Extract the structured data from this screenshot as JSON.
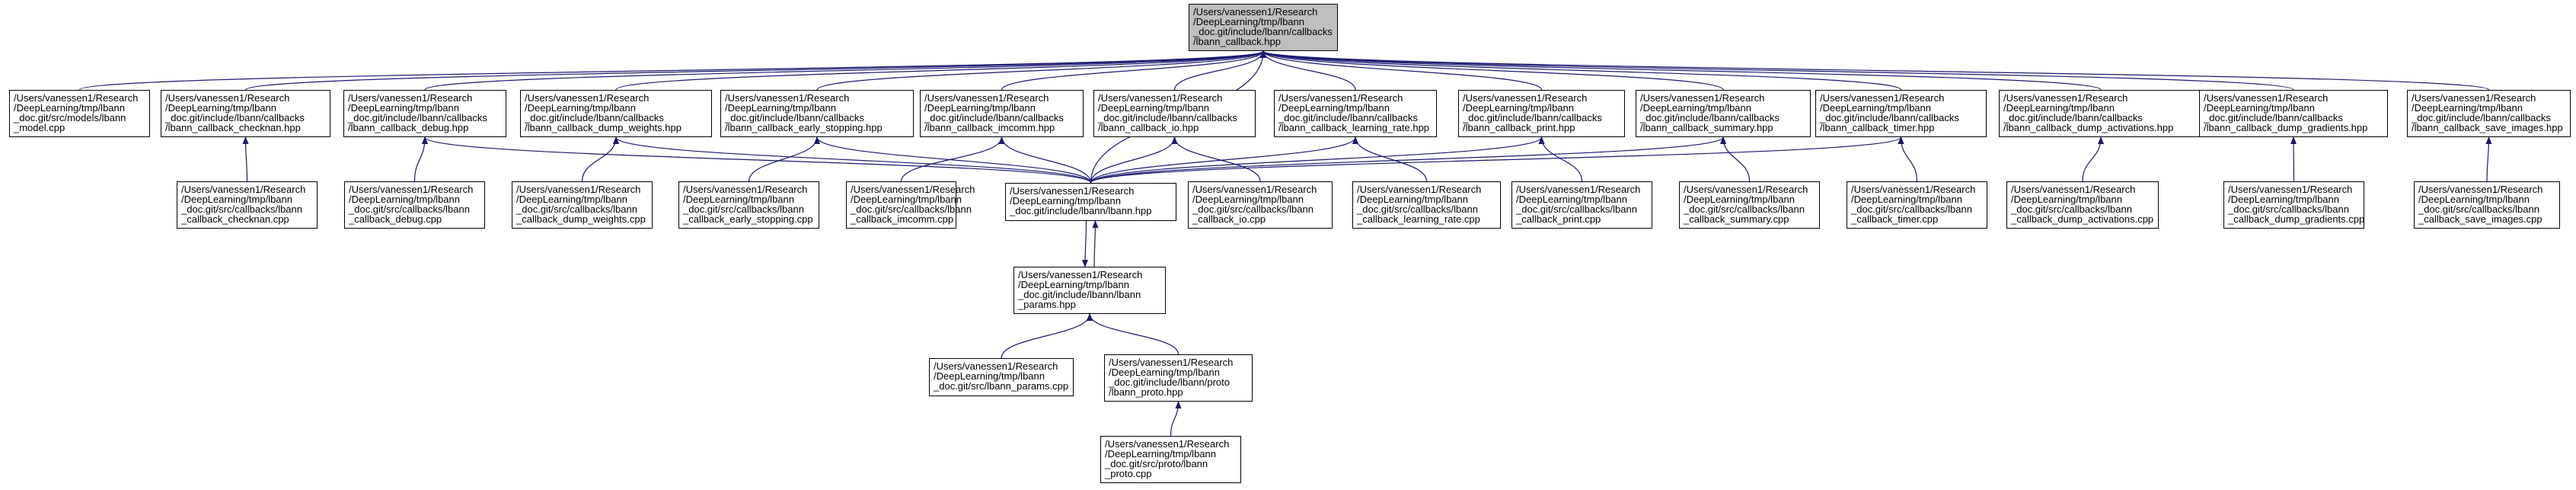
{
  "graph": {
    "colors": {
      "edge": "#191970",
      "node_border": "#000000",
      "root_fill": "#bfbfbf",
      "node_fill": "#ffffff"
    },
    "nodes": [
      {
        "id": "root",
        "label": "/Users/vanessen1/Research\n/DeepLearning/tmp/lbann\n_doc.git/include/lbann/callbacks\n/lbann_callback.hpp"
      },
      {
        "id": "model_cpp",
        "label": "/Users/vanessen1/Research\n/DeepLearning/tmp/lbann\n_doc.git/src/models/lbann\n_model.cpp"
      },
      {
        "id": "checknan_hpp",
        "label": "/Users/vanessen1/Research\n/DeepLearning/tmp/lbann\n_doc.git/include/lbann/callbacks\n/lbann_callback_checknan.hpp"
      },
      {
        "id": "debug_hpp",
        "label": "/Users/vanessen1/Research\n/DeepLearning/tmp/lbann\n_doc.git/include/lbann/callbacks\n/lbann_callback_debug.hpp"
      },
      {
        "id": "dump_weights_hpp",
        "label": "/Users/vanessen1/Research\n/DeepLearning/tmp/lbann\n_doc.git/include/lbann/callbacks\n/lbann_callback_dump_weights.hpp"
      },
      {
        "id": "early_stopping_hpp",
        "label": "/Users/vanessen1/Research\n/DeepLearning/tmp/lbann\n_doc.git/include/lbann/callbacks\n/lbann_callback_early_stopping.hpp"
      },
      {
        "id": "imcomm_hpp",
        "label": "/Users/vanessen1/Research\n/DeepLearning/tmp/lbann\n_doc.git/include/lbann/callbacks\n/lbann_callback_imcomm.hpp"
      },
      {
        "id": "io_hpp",
        "label": "/Users/vanessen1/Research\n/DeepLearning/tmp/lbann\n_doc.git/include/lbann/callbacks\n/lbann_callback_io.hpp"
      },
      {
        "id": "learning_rate_hpp",
        "label": "/Users/vanessen1/Research\n/DeepLearning/tmp/lbann\n_doc.git/include/lbann/callbacks\n/lbann_callback_learning_rate.hpp"
      },
      {
        "id": "print_hpp",
        "label": "/Users/vanessen1/Research\n/DeepLearning/tmp/lbann\n_doc.git/include/lbann/callbacks\n/lbann_callback_print.hpp"
      },
      {
        "id": "summary_hpp",
        "label": "/Users/vanessen1/Research\n/DeepLearning/tmp/lbann\n_doc.git/include/lbann/callbacks\n/lbann_callback_summary.hpp"
      },
      {
        "id": "timer_hpp",
        "label": "/Users/vanessen1/Research\n/DeepLearning/tmp/lbann\n_doc.git/include/lbann/callbacks\n/lbann_callback_timer.hpp"
      },
      {
        "id": "dump_activations_hpp",
        "label": "/Users/vanessen1/Research\n/DeepLearning/tmp/lbann\n_doc.git/include/lbann/callbacks\n/lbann_callback_dump_activations.hpp"
      },
      {
        "id": "dump_gradients_hpp",
        "label": "/Users/vanessen1/Research\n/DeepLearning/tmp/lbann\n_doc.git/include/lbann/callbacks\n/lbann_callback_dump_gradients.hpp"
      },
      {
        "id": "save_images_hpp",
        "label": "/Users/vanessen1/Research\n/DeepLearning/tmp/lbann\n_doc.git/include/lbann/callbacks\n/lbann_callback_save_images.hpp"
      },
      {
        "id": "checknan_cpp",
        "label": "/Users/vanessen1/Research\n/DeepLearning/tmp/lbann\n_doc.git/src/callbacks/lbann\n_callback_checknan.cpp"
      },
      {
        "id": "debug_cpp",
        "label": "/Users/vanessen1/Research\n/DeepLearning/tmp/lbann\n_doc.git/src/callbacks/lbann\n_callback_debug.cpp"
      },
      {
        "id": "dump_weights_cpp",
        "label": "/Users/vanessen1/Research\n/DeepLearning/tmp/lbann\n_doc.git/src/callbacks/lbann\n_callback_dump_weights.cpp"
      },
      {
        "id": "early_stopping_cpp",
        "label": "/Users/vanessen1/Research\n/DeepLearning/tmp/lbann\n_doc.git/src/callbacks/lbann\n_callback_early_stopping.cpp"
      },
      {
        "id": "imcomm_cpp",
        "label": "/Users/vanessen1/Research\n/DeepLearning/tmp/lbann\n_doc.git/src/callbacks/lbann\n_callback_imcomm.cpp"
      },
      {
        "id": "lbann_hpp",
        "label": "/Users/vanessen1/Research\n/DeepLearning/tmp/lbann\n_doc.git/include/lbann/lbann.hpp"
      },
      {
        "id": "io_cpp",
        "label": "/Users/vanessen1/Research\n/DeepLearning/tmp/lbann\n_doc.git/src/callbacks/lbann\n_callback_io.cpp"
      },
      {
        "id": "learning_rate_cpp",
        "label": "/Users/vanessen1/Research\n/DeepLearning/tmp/lbann\n_doc.git/src/callbacks/lbann\n_callback_learning_rate.cpp"
      },
      {
        "id": "print_cpp",
        "label": "/Users/vanessen1/Research\n/DeepLearning/tmp/lbann\n_doc.git/src/callbacks/lbann\n_callback_print.cpp"
      },
      {
        "id": "summary_cpp",
        "label": "/Users/vanessen1/Research\n/DeepLearning/tmp/lbann\n_doc.git/src/callbacks/lbann\n_callback_summary.cpp"
      },
      {
        "id": "timer_cpp",
        "label": "/Users/vanessen1/Research\n/DeepLearning/tmp/lbann\n_doc.git/src/callbacks/lbann\n_callback_timer.cpp"
      },
      {
        "id": "dump_activations_cpp",
        "label": "/Users/vanessen1/Research\n/DeepLearning/tmp/lbann\n_doc.git/src/callbacks/lbann\n_callback_dump_activations.cpp"
      },
      {
        "id": "dump_gradients_cpp",
        "label": "/Users/vanessen1/Research\n/DeepLearning/tmp/lbann\n_doc.git/src/callbacks/lbann\n_callback_dump_gradients.cpp"
      },
      {
        "id": "save_images_cpp",
        "label": "/Users/vanessen1/Research\n/DeepLearning/tmp/lbann\n_doc.git/src/callbacks/lbann\n_callback_save_images.cpp"
      },
      {
        "id": "params_hpp",
        "label": "/Users/vanessen1/Research\n/DeepLearning/tmp/lbann\n_doc.git/include/lbann/lbann\n_params.hpp"
      },
      {
        "id": "params_cpp",
        "label": "/Users/vanessen1/Research\n/DeepLearning/tmp/lbann\n_doc.git/src/lbann_params.cpp"
      },
      {
        "id": "proto_hpp",
        "label": "/Users/vanessen1/Research\n/DeepLearning/tmp/lbann\n_doc.git/include/lbann/proto\n/lbann_proto.hpp"
      },
      {
        "id": "proto_cpp",
        "label": "/Users/vanessen1/Research\n/DeepLearning/tmp/lbann\n_doc.git/src/proto/lbann\n_proto.cpp"
      }
    ],
    "edges": [
      [
        "model_cpp",
        "root"
      ],
      [
        "checknan_hpp",
        "root"
      ],
      [
        "debug_hpp",
        "root"
      ],
      [
        "dump_weights_hpp",
        "root"
      ],
      [
        "early_stopping_hpp",
        "root"
      ],
      [
        "imcomm_hpp",
        "root"
      ],
      [
        "io_hpp",
        "root"
      ],
      [
        "learning_rate_hpp",
        "root"
      ],
      [
        "print_hpp",
        "root"
      ],
      [
        "summary_hpp",
        "root"
      ],
      [
        "timer_hpp",
        "root"
      ],
      [
        "dump_activations_hpp",
        "root"
      ],
      [
        "dump_gradients_hpp",
        "root"
      ],
      [
        "save_images_hpp",
        "root"
      ],
      [
        "lbann_hpp",
        "root"
      ],
      [
        "checknan_cpp",
        "checknan_hpp"
      ],
      [
        "debug_cpp",
        "debug_hpp"
      ],
      [
        "dump_weights_cpp",
        "dump_weights_hpp"
      ],
      [
        "early_stopping_cpp",
        "early_stopping_hpp"
      ],
      [
        "imcomm_cpp",
        "imcomm_hpp"
      ],
      [
        "io_cpp",
        "io_hpp"
      ],
      [
        "learning_rate_cpp",
        "learning_rate_hpp"
      ],
      [
        "print_cpp",
        "print_hpp"
      ],
      [
        "summary_cpp",
        "summary_hpp"
      ],
      [
        "timer_cpp",
        "timer_hpp"
      ],
      [
        "dump_activations_cpp",
        "dump_activations_hpp"
      ],
      [
        "dump_gradients_cpp",
        "dump_gradients_hpp"
      ],
      [
        "save_images_cpp",
        "save_images_hpp"
      ],
      [
        "lbann_hpp",
        "debug_hpp"
      ],
      [
        "lbann_hpp",
        "dump_weights_hpp"
      ],
      [
        "lbann_hpp",
        "early_stopping_hpp"
      ],
      [
        "lbann_hpp",
        "imcomm_hpp"
      ],
      [
        "lbann_hpp",
        "io_hpp"
      ],
      [
        "lbann_hpp",
        "learning_rate_hpp"
      ],
      [
        "lbann_hpp",
        "print_hpp"
      ],
      [
        "lbann_hpp",
        "summary_hpp"
      ],
      [
        "lbann_hpp",
        "timer_hpp"
      ],
      [
        "lbann_hpp",
        "params_hpp"
      ],
      [
        "params_hpp",
        "lbann_hpp"
      ],
      [
        "params_cpp",
        "params_hpp"
      ],
      [
        "proto_hpp",
        "params_hpp"
      ],
      [
        "proto_cpp",
        "proto_hpp"
      ]
    ]
  }
}
